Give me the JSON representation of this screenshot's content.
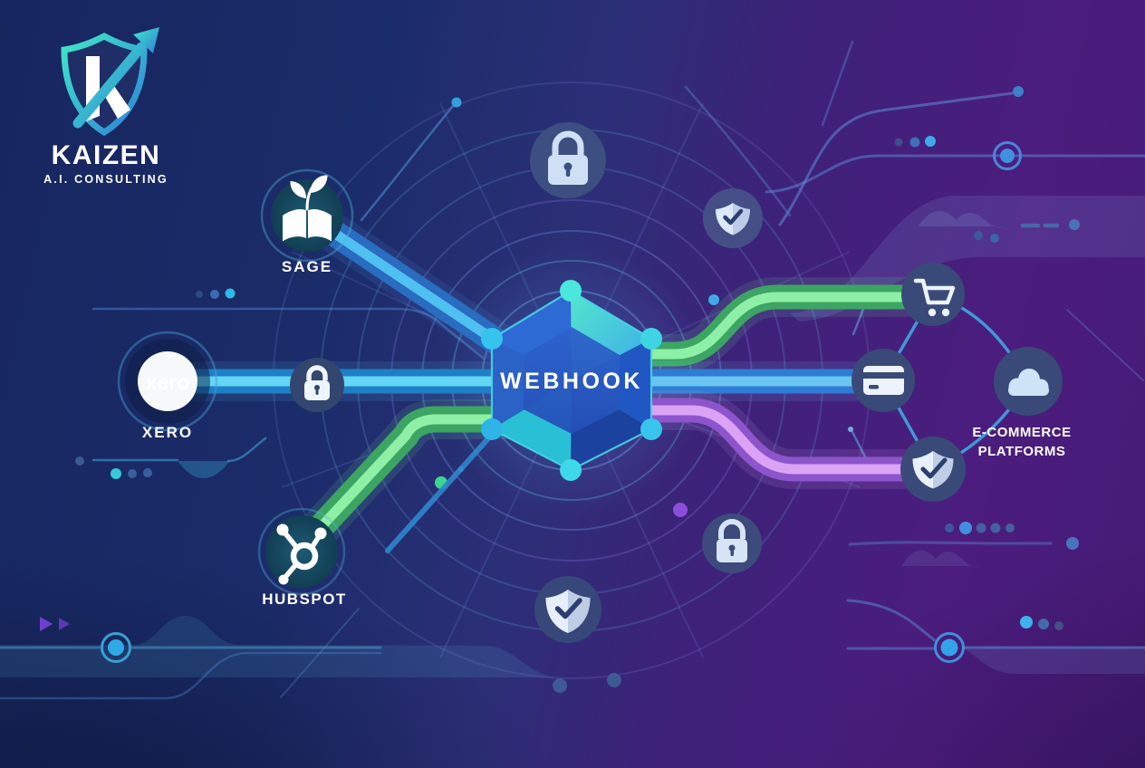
{
  "brand": {
    "name": "KAIZEN",
    "subtitle": "A.I. CONSULTING",
    "logo": "shield-growth-arrow"
  },
  "hub": {
    "label": "WEBHOOK",
    "shape": "faceted-hexagon"
  },
  "integrations": {
    "xero": {
      "label": "XERO",
      "wordmark": "xero"
    },
    "sage": {
      "label": "SAGE",
      "icon": "open-book-sprout"
    },
    "hubspot": {
      "label": "HUBSPOT",
      "icon": "hubspot-sprocket"
    },
    "ecommerce": {
      "label_line1": "E-COMMERCE",
      "label_line2": "PLATFORMS",
      "icons": [
        "shopping-cart",
        "credit-card",
        "cloud",
        "shield-check"
      ]
    }
  },
  "security_badges": [
    "padlock-top",
    "padlock-on-pipe",
    "padlock-bottom-right",
    "shield-check-top-right",
    "shield-check-bottom-center"
  ],
  "colors": {
    "bg_navy": "#17265f",
    "bg_purple": "#4b1d7e",
    "pipe_cyan": "#1f7fc6",
    "pipe_cyan_core": "#62d6f4",
    "pipe_blue": "#2e7cd4",
    "pipe_blue_core": "#6ac4f2",
    "pipe_sage_blue": "#2a6cc0",
    "pipe_sage_blue_core": "#4fc0f0",
    "pipe_green": "#3da563",
    "pipe_green_core": "#8ef0a6",
    "pipe_purple": "#8d55cc",
    "pipe_purple_core": "#dca2f6",
    "node_disc": "#3a4a78",
    "hex_outline": "#46d6e8",
    "label_text": "#ffffff"
  }
}
